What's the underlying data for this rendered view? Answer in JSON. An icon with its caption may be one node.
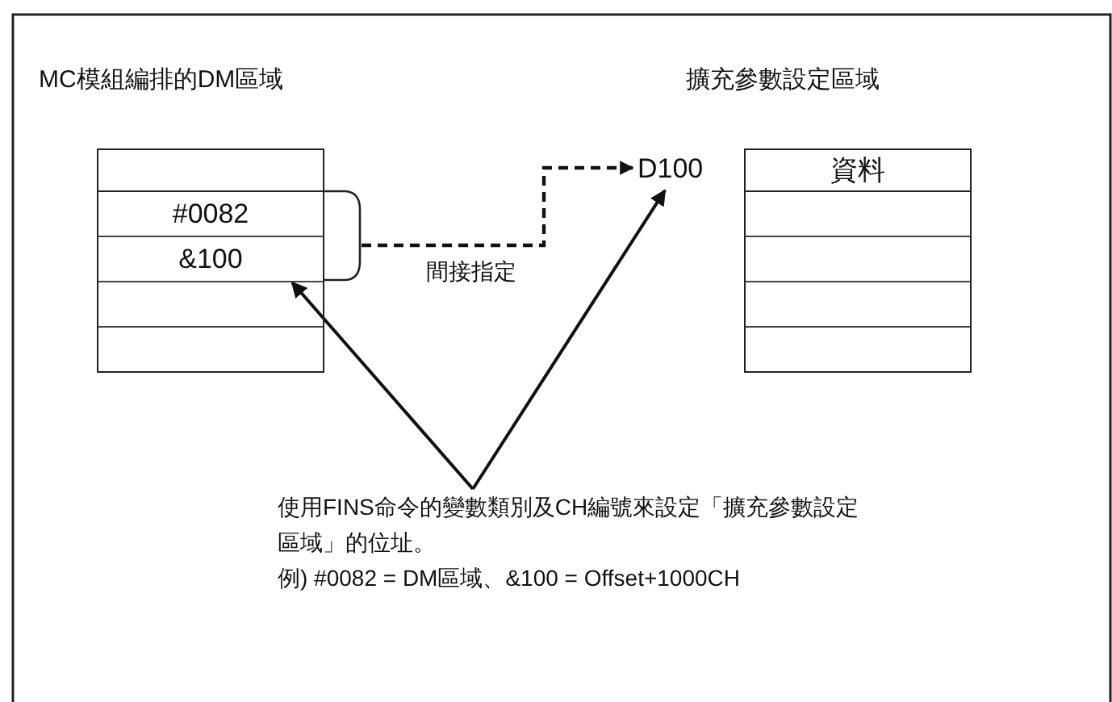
{
  "diagram": {
    "nodes": [
      {
        "text": [],
        "shape": "box"
      },
      {
        "text": [
          "#0082"
        ],
        "in": 0
      },
      {
        "text": [
          "&100"
        ],
        "in": 0
      },
      {
        "text": [],
        "shape": "bracket"
      },
      {
        "text": [
          "D100"
        ]
      },
      {
        "text": [],
        "shape": "box"
      },
      {
        "text": [
          "資料"
        ],
        "in": 5
      },
      {
        "text": [
          "使用FINS命令的變數類別及CH編號來設定「擴充參數設定區域」的位址。",
          "例) #0082 = DM區域、&100 = Offset+1000CH"
        ]
      }
    ],
    "edges": [
      {
        "from": 3,
        "to": 4,
        "arrow": "to",
        "style": "dashed",
        "label": "間接指定"
      },
      {
        "from": 7,
        "to": 2,
        "arrow": "to"
      },
      {
        "from": 7,
        "to": 4,
        "arrow": "to"
      }
    ],
    "labels": [
      "MC模組編排的DM區域",
      "擴充參數設定區域"
    ]
  }
}
